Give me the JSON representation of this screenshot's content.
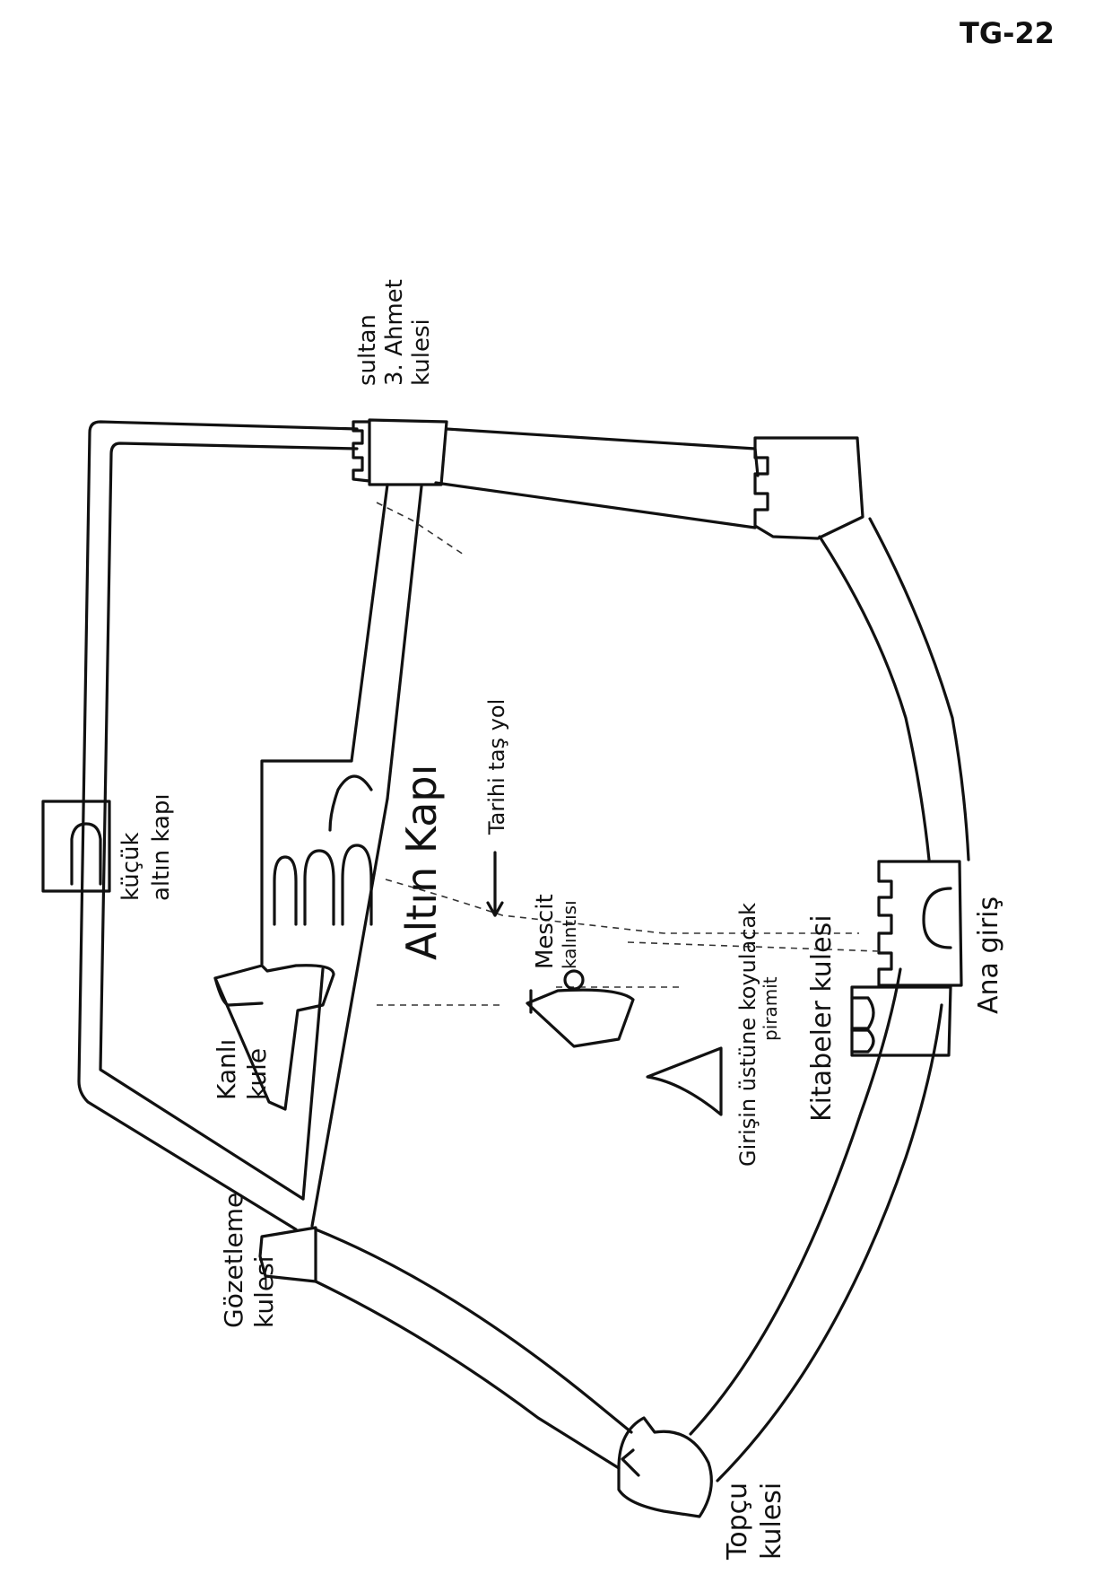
{
  "page_code": "TG-22",
  "labels": {
    "sultan_tower": [
      "sultan",
      "3. Ahmet",
      "kulesi"
    ],
    "small_gate": [
      "küçük",
      "altın kapı"
    ],
    "golden_gate": "Altın Kapı",
    "stone_road": "Tarihi taş yol",
    "mosque": [
      "Mescit",
      "kalıntısı"
    ],
    "pyramid": [
      "Girişin üstüne koyulacak",
      "piramit"
    ],
    "blood_tower": [
      "Kanlı",
      "kule"
    ],
    "inscriptions_tower": "Kitabeler kulesi",
    "main_entrance": "Ana giriş",
    "watch_tower": [
      "Gözetleme",
      "kulesi"
    ],
    "cannon_tower": [
      "Topçu",
      "kulesi"
    ]
  }
}
